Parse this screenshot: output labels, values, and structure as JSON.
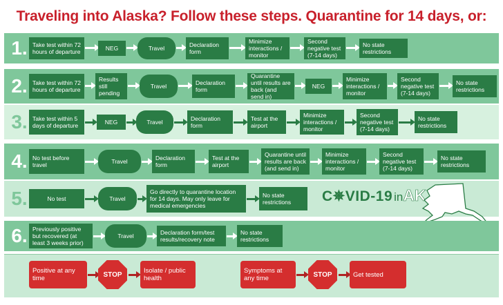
{
  "title": "Traveling into Alaska? Follow these steps. Quarantine for 14 days, or:",
  "colors": {
    "title_red": "#c8202b",
    "box_green": "#2a7c45",
    "band_green": "#7fc79b",
    "band_light": "#d7f1df",
    "stop_red": "#d42e2e"
  },
  "steps": {
    "1": {
      "label": "1.",
      "boxes": [
        "Take test within 72 hours of departure",
        "NEG",
        "Travel",
        "Declaration form",
        "Minimize interactions / monitor",
        "Second negative test (7-14 days)",
        "No state restrictions"
      ]
    },
    "2": {
      "label": "2.",
      "boxes": [
        "Take test within 72 hours of departure",
        "Results still pending",
        "Travel",
        "Declaration form",
        "Quarantine until results are back (and send in)",
        "NEG",
        "Minimize interactions / monitor",
        "Second negative test (7-14 days)",
        "No state restrictions"
      ]
    },
    "3": {
      "label": "3.",
      "boxes": [
        "Take test within 5 days of departure",
        "NEG",
        "Travel",
        "Declaration form",
        "Test at the airport",
        "Minimize interactions / monitor",
        "Second negative test (7-14 days)",
        "No state restrictions"
      ]
    },
    "4": {
      "label": "4.",
      "boxes": [
        "No test before travel",
        "Travel",
        "Declaration form",
        "Test at the airport",
        "Quarantine until results are back (and send in)",
        "Minimize interactions / monitor",
        "Second negative test (7-14 days)",
        "No state restrictions"
      ]
    },
    "5": {
      "label": "5.",
      "boxes": [
        "No test",
        "Travel",
        "Go directly to quarantine location for 14 days.  May only leave for medical emergencies",
        "No state restrictions"
      ]
    },
    "6": {
      "label": "6.",
      "boxes": [
        "Previously positive but recovered (at least 3 weeks prior)",
        "Travel",
        "Declaration form/test results/recovery note",
        "No state restrictions"
      ]
    }
  },
  "bottom": {
    "left": {
      "condition": "Positive at any time",
      "stop": "STOP",
      "action": "Isolate / public health"
    },
    "right": {
      "condition": "Symptoms at any time",
      "stop": "STOP",
      "action": "Get tested"
    }
  },
  "logo": {
    "covid": "C✵VID-19",
    "in": "in",
    "ak": "AK",
    "virus_icon": "virus-icon",
    "state_icon": "alaska-map-icon"
  }
}
